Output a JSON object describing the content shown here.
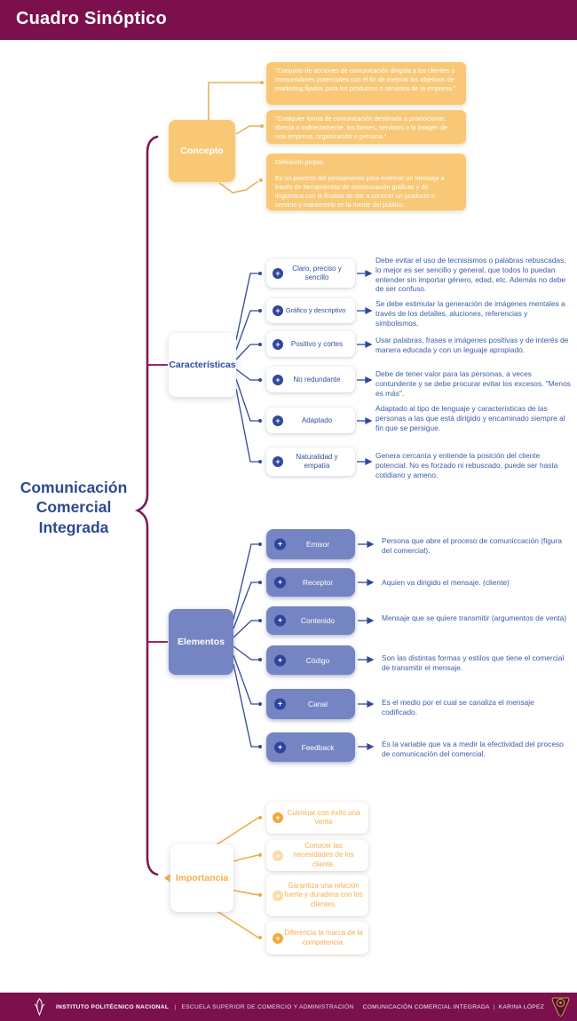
{
  "header": {
    "title": "Cuadro Sinóptico"
  },
  "main_title": "Comunicación\nComercial\nIntegrada",
  "icons": {
    "plus": "+"
  },
  "colors": {
    "header_maroon": "#7B104D",
    "concept_yellow": "#F8C877",
    "accent_blue": "#31479E",
    "element_periwinkle": "#7584C2",
    "importance_orange": "#F4A83C",
    "brace_purple": "#7E1956"
  },
  "sections": {
    "concepto": {
      "label": "Concepto",
      "quotes": [
        {
          "text": "\"Conjunto de acciones de comunicación dirigida a los clientes o consumidores potenciales con el fin de mejorar los objetivos de marketing fijados para los productos o servicios de la empresa.\""
        },
        {
          "text": "\"Cualquier forma de comunicación destinada a promocionar, directa o indirectamente, los bienes, servicios o la imagen de una empresa, organización o persona.\""
        },
        {
          "heading": "Definición propia:",
          "text": "Es un proceso del pensamiento para externar un mensaje a través de herramientas de comunicación gráficas y de lingüística con la finalida de dar a conocer un producto o servicio y mantenerlo en la mente del público."
        }
      ]
    },
    "caracteristicas": {
      "label": "Características",
      "items": [
        {
          "label": "Claro, preciso y sencillo",
          "description": "Debe evitar el uso de tecnisismos o palabras rebuscadas, lo mejor es ser sencillo y general, que todos lo puedan entender sin importar género, edad, etc. Además no debe de ser confuso."
        },
        {
          "label": "Gráfico y descriptivo",
          "description": "Se debe estimular la generación de imágenes mentales a través de los detalles, aluciones, referencias y simbolismos."
        },
        {
          "label": "Positivo y cortes",
          "description": "Usar palabras,  frases e imágenes positivas y de interés de manera educada y con un leguaje apropiado."
        },
        {
          "label": "No redundante",
          "description": "Debe de tener valor para las personas,  a veces contundente y se debe procurar evitar los excesos. \"Menos es más\"."
        },
        {
          "label": "Adaptado",
          "description": "Adaptado al tipo de lenguaje y características de las personas a las que está dirigido y encaminado siempre al fin que se persigue."
        },
        {
          "label": "Naturalidad  y empatía",
          "description": "Genera cercanía y entiende la posición del cliente potencial. No es forzado ni rebuscado, puede ser hasta cotidiano y ameno."
        }
      ]
    },
    "elementos": {
      "label": "Elementos",
      "items": [
        {
          "label": "Emisor",
          "description": "Persona que abre el proceso de comuniccación (figura del comercial)."
        },
        {
          "label": "Receptor",
          "description": "Aquien va dirigido el mensaje. (cliente)"
        },
        {
          "label": "Contenido",
          "description": "Mensaje que se quiere transmitir (argumentos de venta)"
        },
        {
          "label": "Código",
          "description": "Son las distintas formas y estilos que tiene el comercial de transmitir el mensaje."
        },
        {
          "label": "Canal",
          "description": "Es el medio por el cual se canaliza el mensaje codificado."
        },
        {
          "label": "Feedback",
          "description": "Es la variable que va a medir la efectividad del proceso de comunicación del comercial."
        }
      ]
    },
    "importancia": {
      "label": "Importancia",
      "items": [
        {
          "label": "Culminar con éxito una venta",
          "bullet": "solid"
        },
        {
          "label": "Conocer las necesidades de los cliente.",
          "bullet": "light"
        },
        {
          "label": "Garantiza una relación fuerte y duradera con los clientes.",
          "bullet": "light"
        },
        {
          "label": "Diferencia la marca de la competencia.",
          "bullet": "solid"
        }
      ]
    }
  },
  "footer": {
    "institution": "INSTITUTO POLITÉCNICO NACIONAL",
    "divider": "|",
    "school": "ESCUELA SUPERIOR DE COMERCIO Y ADMINISTRACIÓN",
    "project": "COMUNICACIÓN COMERCIAL INTEGRADA",
    "author": "KARINA LÓPEZ"
  }
}
